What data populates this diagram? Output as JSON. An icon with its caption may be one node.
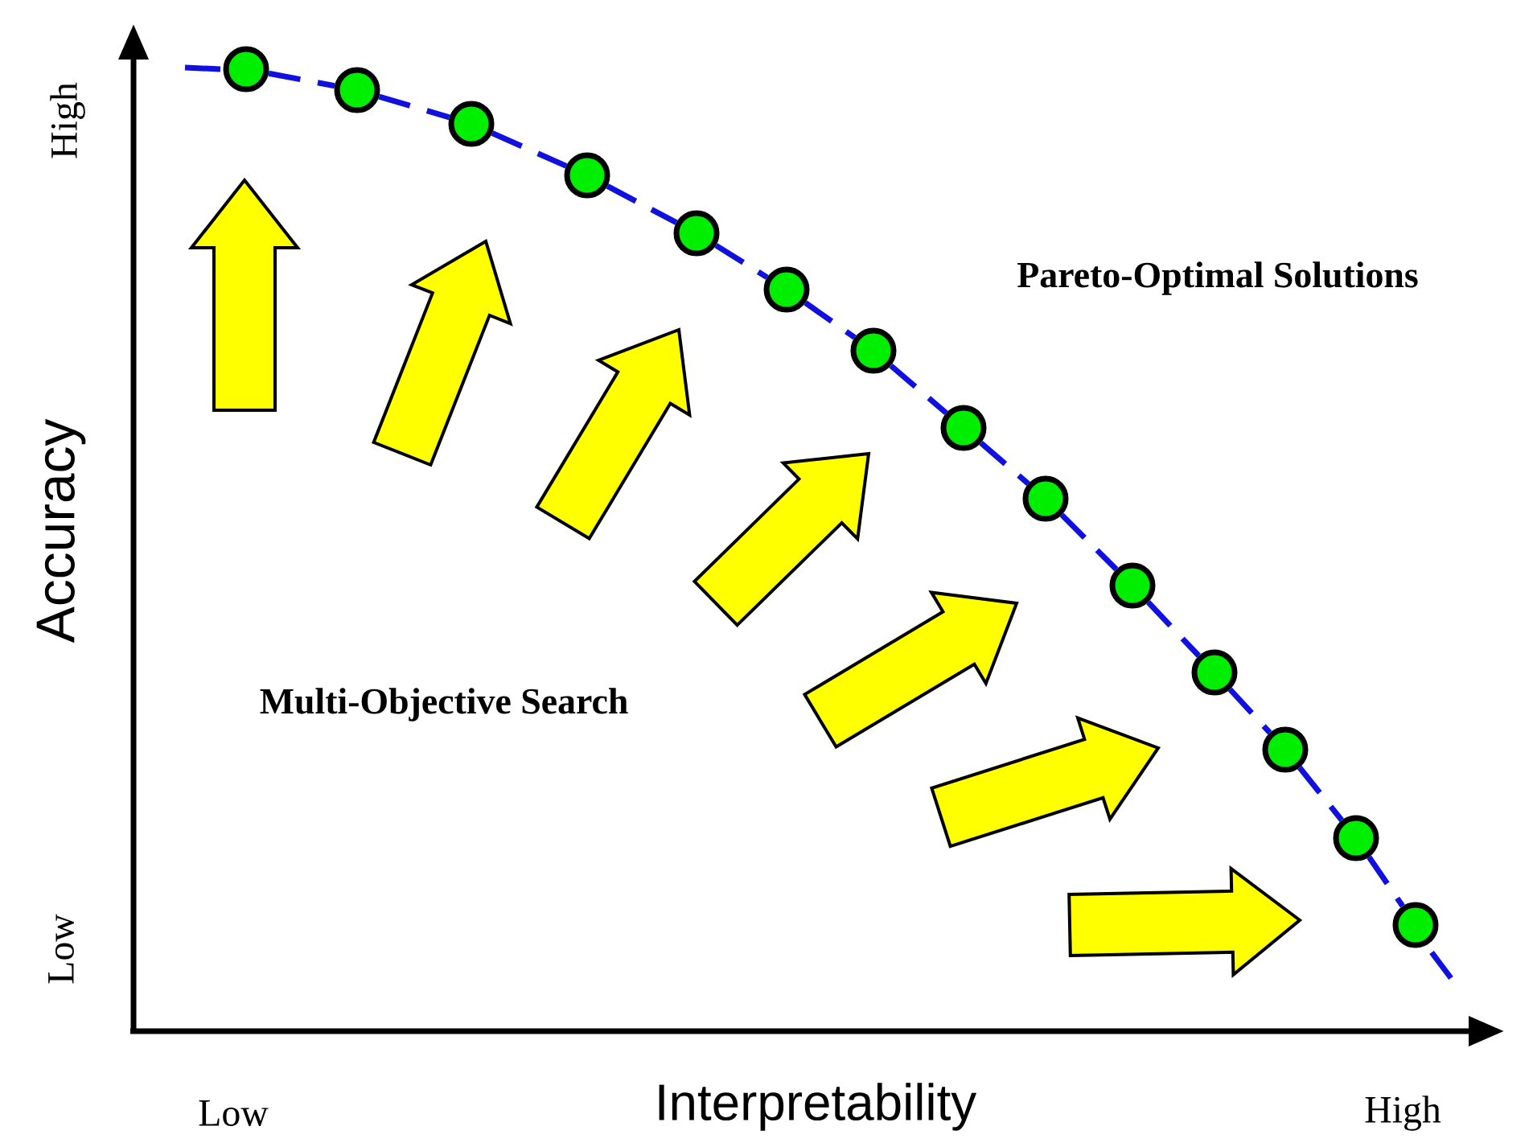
{
  "diagram": {
    "nodes": [
      {
        "text": [],
        "shape": "circle"
      },
      {
        "text": [],
        "shape": "circle"
      },
      {
        "text": [],
        "shape": "circle"
      },
      {
        "text": [],
        "shape": "circle"
      },
      {
        "text": [],
        "shape": "circle"
      },
      {
        "text": [],
        "shape": "circle"
      },
      {
        "text": [],
        "shape": "circle"
      },
      {
        "text": [],
        "shape": "circle"
      },
      {
        "text": [],
        "shape": "circle"
      },
      {
        "text": [],
        "shape": "circle"
      },
      {
        "text": [],
        "shape": "circle"
      },
      {
        "text": [],
        "shape": "circle"
      },
      {
        "text": [],
        "shape": "circle"
      },
      {
        "text": [],
        "shape": "circle"
      }
    ],
    "edges": [
      {
        "from": 0,
        "to": 1,
        "arrow": "none",
        "style": "dashed"
      },
      {
        "from": 1,
        "to": 2,
        "arrow": "none",
        "style": "dashed"
      },
      {
        "from": 2,
        "to": 3,
        "arrow": "none",
        "style": "dashed"
      },
      {
        "from": 3,
        "to": 4,
        "arrow": "none",
        "style": "dashed"
      },
      {
        "from": 4,
        "to": 5,
        "arrow": "none",
        "style": "dashed"
      },
      {
        "from": 5,
        "to": 6,
        "arrow": "none",
        "style": "dashed"
      },
      {
        "from": 6,
        "to": 7,
        "arrow": "none",
        "style": "dashed"
      },
      {
        "from": 7,
        "to": 8,
        "arrow": "none",
        "style": "dashed"
      },
      {
        "from": 8,
        "to": 9,
        "arrow": "none",
        "style": "dashed"
      },
      {
        "from": 9,
        "to": 10,
        "arrow": "none",
        "style": "dashed"
      },
      {
        "from": 10,
        "to": 11,
        "arrow": "none",
        "style": "dashed"
      },
      {
        "from": 11,
        "to": 12,
        "arrow": "none",
        "style": "dashed"
      },
      {
        "from": 12,
        "to": 13,
        "arrow": "none",
        "style": "dashed"
      }
    ],
    "labels": [
      "High",
      "Low",
      "Accuracy",
      "Low",
      "Interpretability",
      "High",
      "Pareto-Optimal Solutions",
      "Multi-Objective Search"
    ]
  }
}
